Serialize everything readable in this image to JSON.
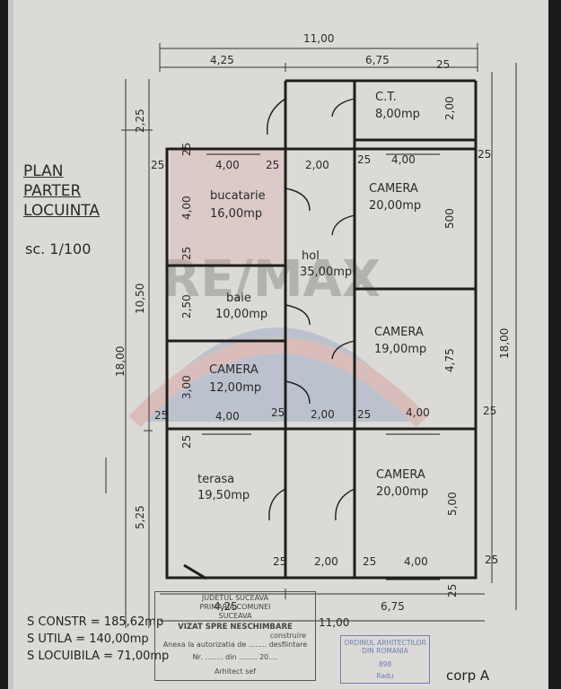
{
  "title": {
    "line1": "PLAN",
    "line2": "PARTER",
    "line3": "LOCUINTA",
    "scale": "sc. 1/100"
  },
  "dimensions": {
    "top_total": "11,00",
    "top_left": "4,25",
    "top_right": "6,75",
    "bottom_total": "11,00",
    "bottom_left": "4,25",
    "bottom_right": "6,75",
    "left_total": "18,00",
    "right_total": "18,00",
    "left_top": "2,25",
    "left_mid": "10,50",
    "left_bot": "5,25",
    "w_25": "25",
    "w_400": "4,00",
    "w_200": "2,00",
    "w_500": "5,00",
    "w_300": "3,00",
    "w_250": "2,50",
    "w_475": "4,75",
    "w_500b": "500",
    "ct_height": "2,00"
  },
  "rooms": [
    {
      "name": "C.T.",
      "area": "8,00mp"
    },
    {
      "name": "bucatarie",
      "area": "16,00mp"
    },
    {
      "name": "CAMERA",
      "area": "20,00mp"
    },
    {
      "name": "hol",
      "area": "35,00mp"
    },
    {
      "name": "baie",
      "area": "10,00mp"
    },
    {
      "name": "CAMERA",
      "area": "19,00mp"
    },
    {
      "name": "CAMERA",
      "area": "12,00mp"
    },
    {
      "name": "terasa",
      "area": "19,50mp"
    },
    {
      "name": "CAMERA",
      "area": "20,00mp"
    }
  ],
  "totals": {
    "constr": "S CONSTR = 185,62mp",
    "utila": "S UTILA = 140,00mp",
    "locuibila": "S LOCUIBILA = 71,00mp"
  },
  "stamp": {
    "l1": "JUDETUL SUCEAVA",
    "l2": "PRIMARIA COMUNEI",
    "l3": "SUCEAVA",
    "l4": "VIZAT SPRE NESCHIMBARE",
    "l5": "construire",
    "l6": "Anexa la autorizatia de ........ desfiintare",
    "l7": "Nr. ........ din ........ 20....",
    "l8": "Arhitect sef"
  },
  "stamp2": {
    "l1": "ORDINUL ARHITECTILOR",
    "l2": "DIN ROMANIA",
    "l3": "898",
    "l4": "Radu"
  },
  "watermark": "RE/MAX",
  "corp": "corp A"
}
